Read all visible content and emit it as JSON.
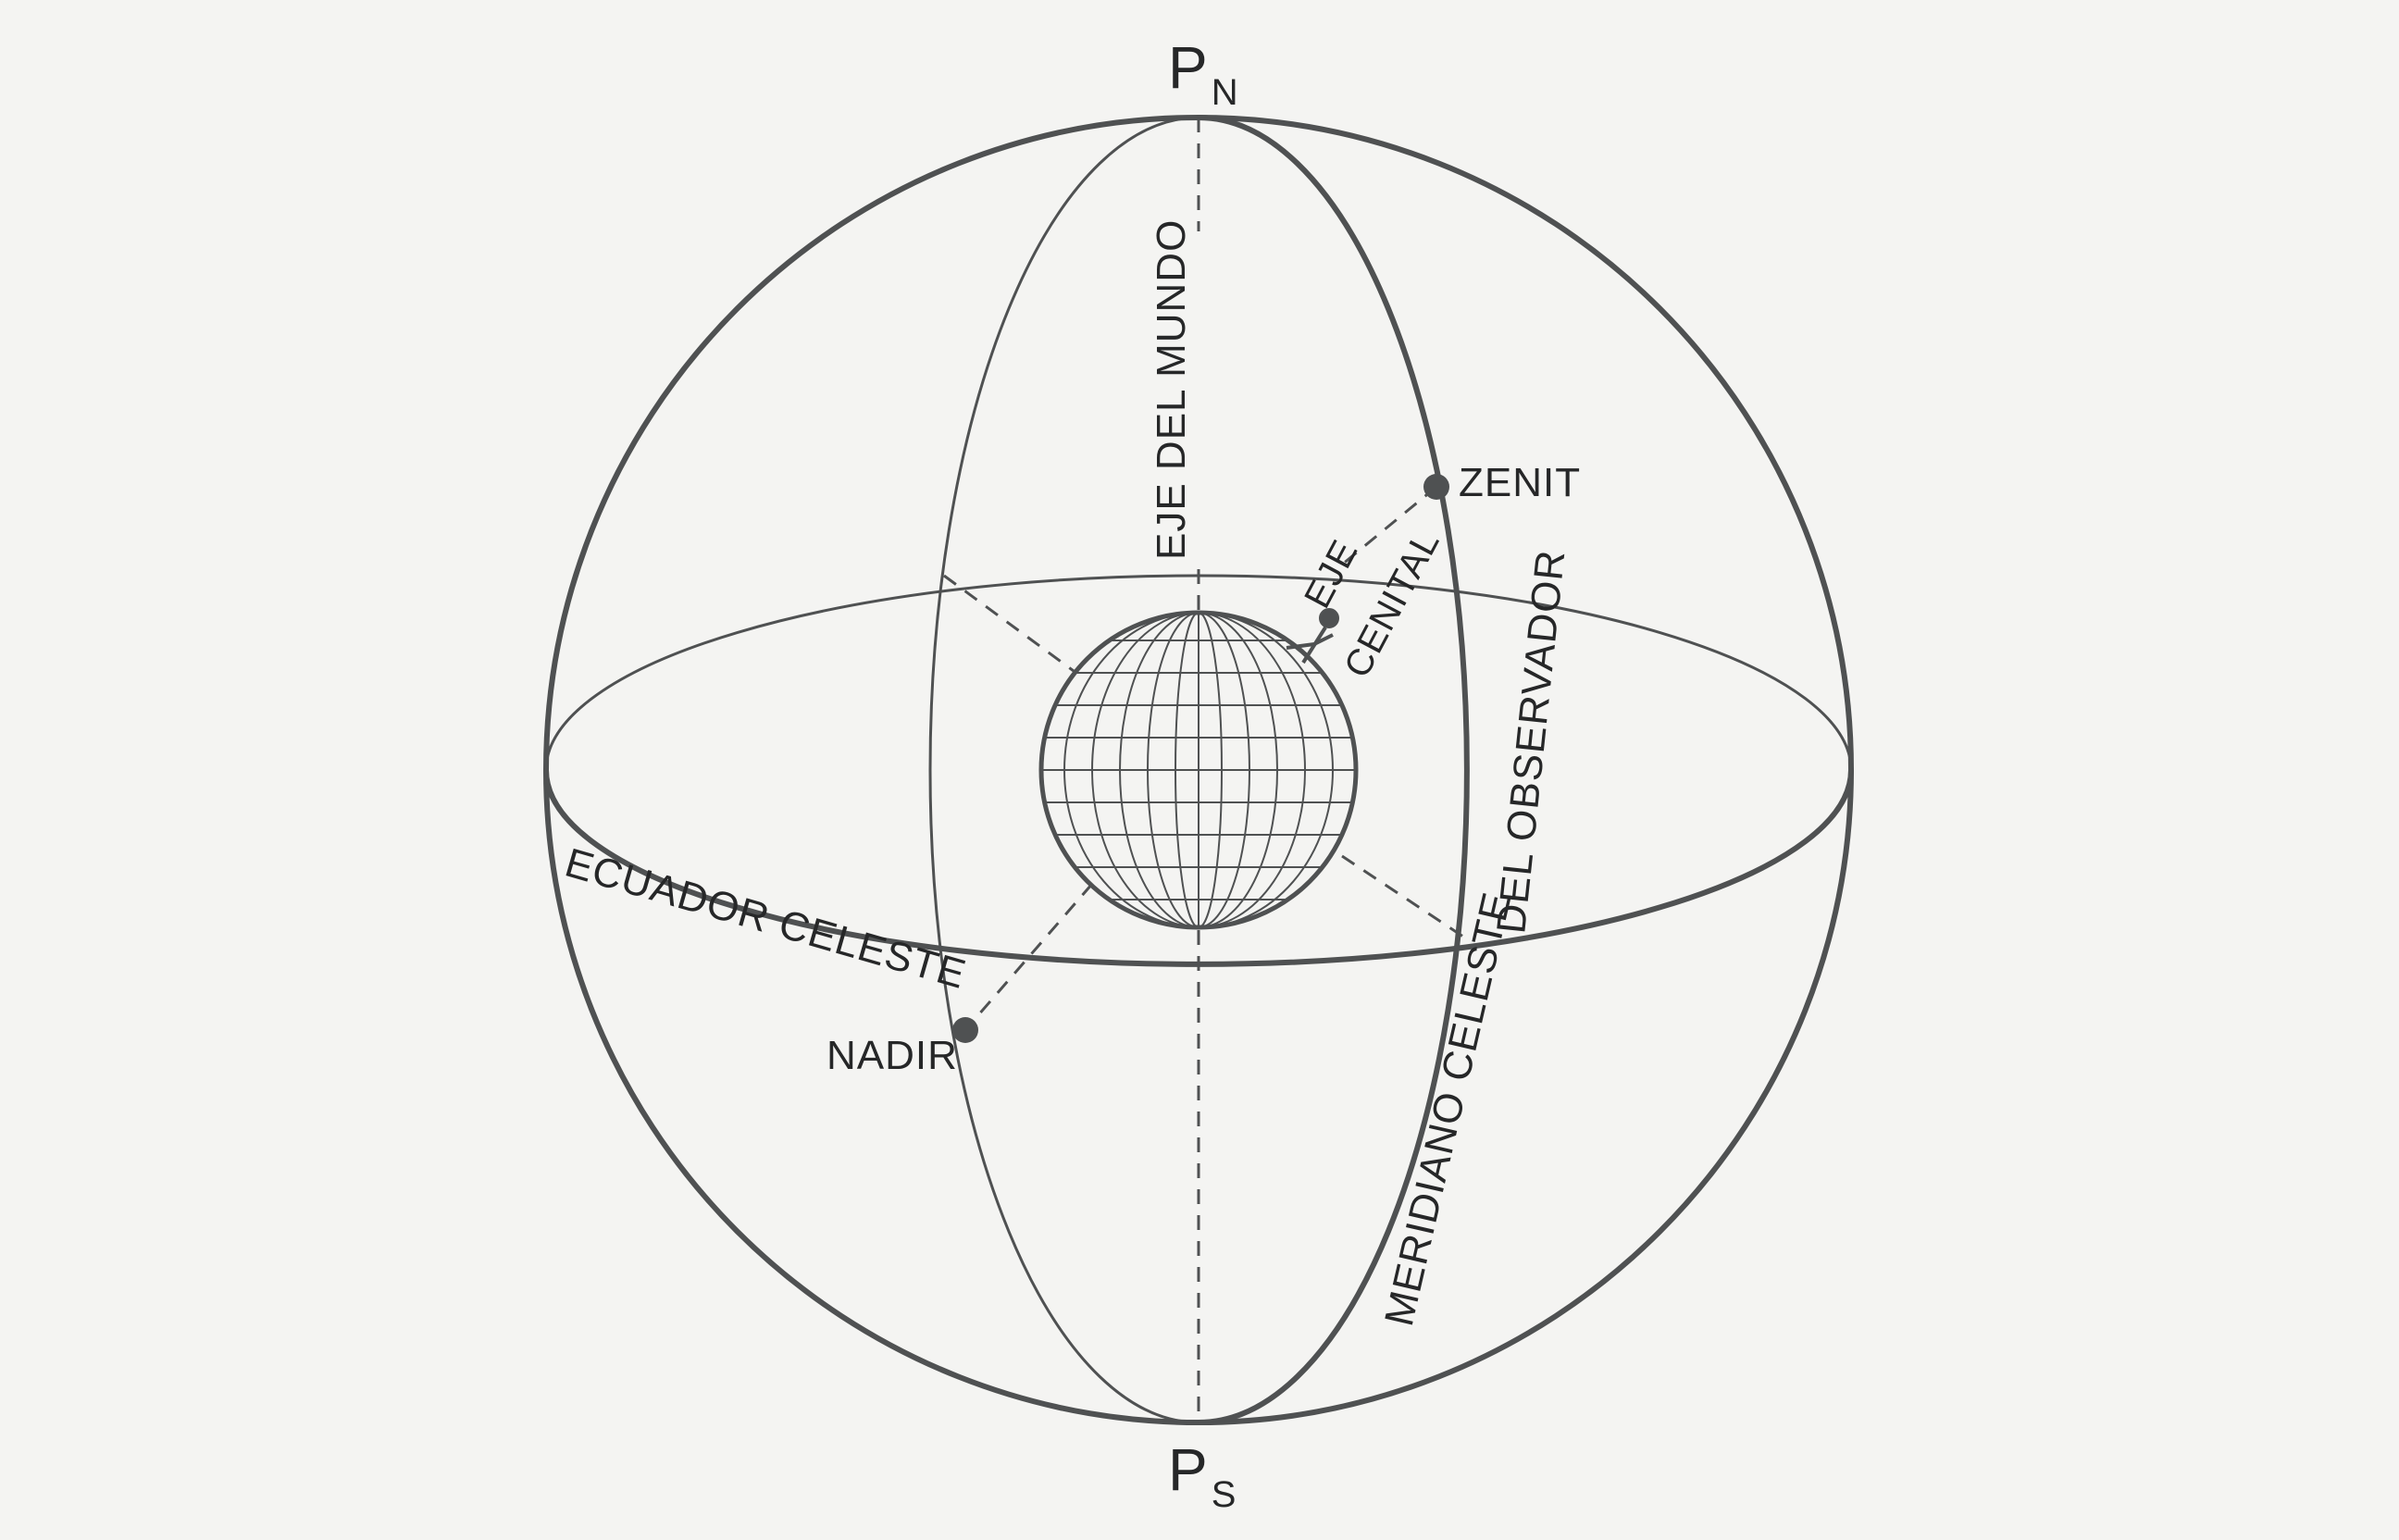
{
  "colors": {
    "background": "#f4f4f2",
    "ink": "#4f5152"
  },
  "labels": {
    "north_pole": {
      "main": "P",
      "sub": "N"
    },
    "south_pole": {
      "main": "P",
      "sub": "S"
    },
    "zenit": "ZENIT",
    "nadir": "NADIR",
    "eje_del_mundo": "EJE DEL MUNDO",
    "eje_cenital_line1": "EJE",
    "eje_cenital_line2": "CENITAL",
    "ecuador_celeste": "ECUADOR CELESTE",
    "meridiano_line1": "MERIDIANO CELESTE",
    "meridiano_line2": "DEL OBSERVADOR"
  }
}
